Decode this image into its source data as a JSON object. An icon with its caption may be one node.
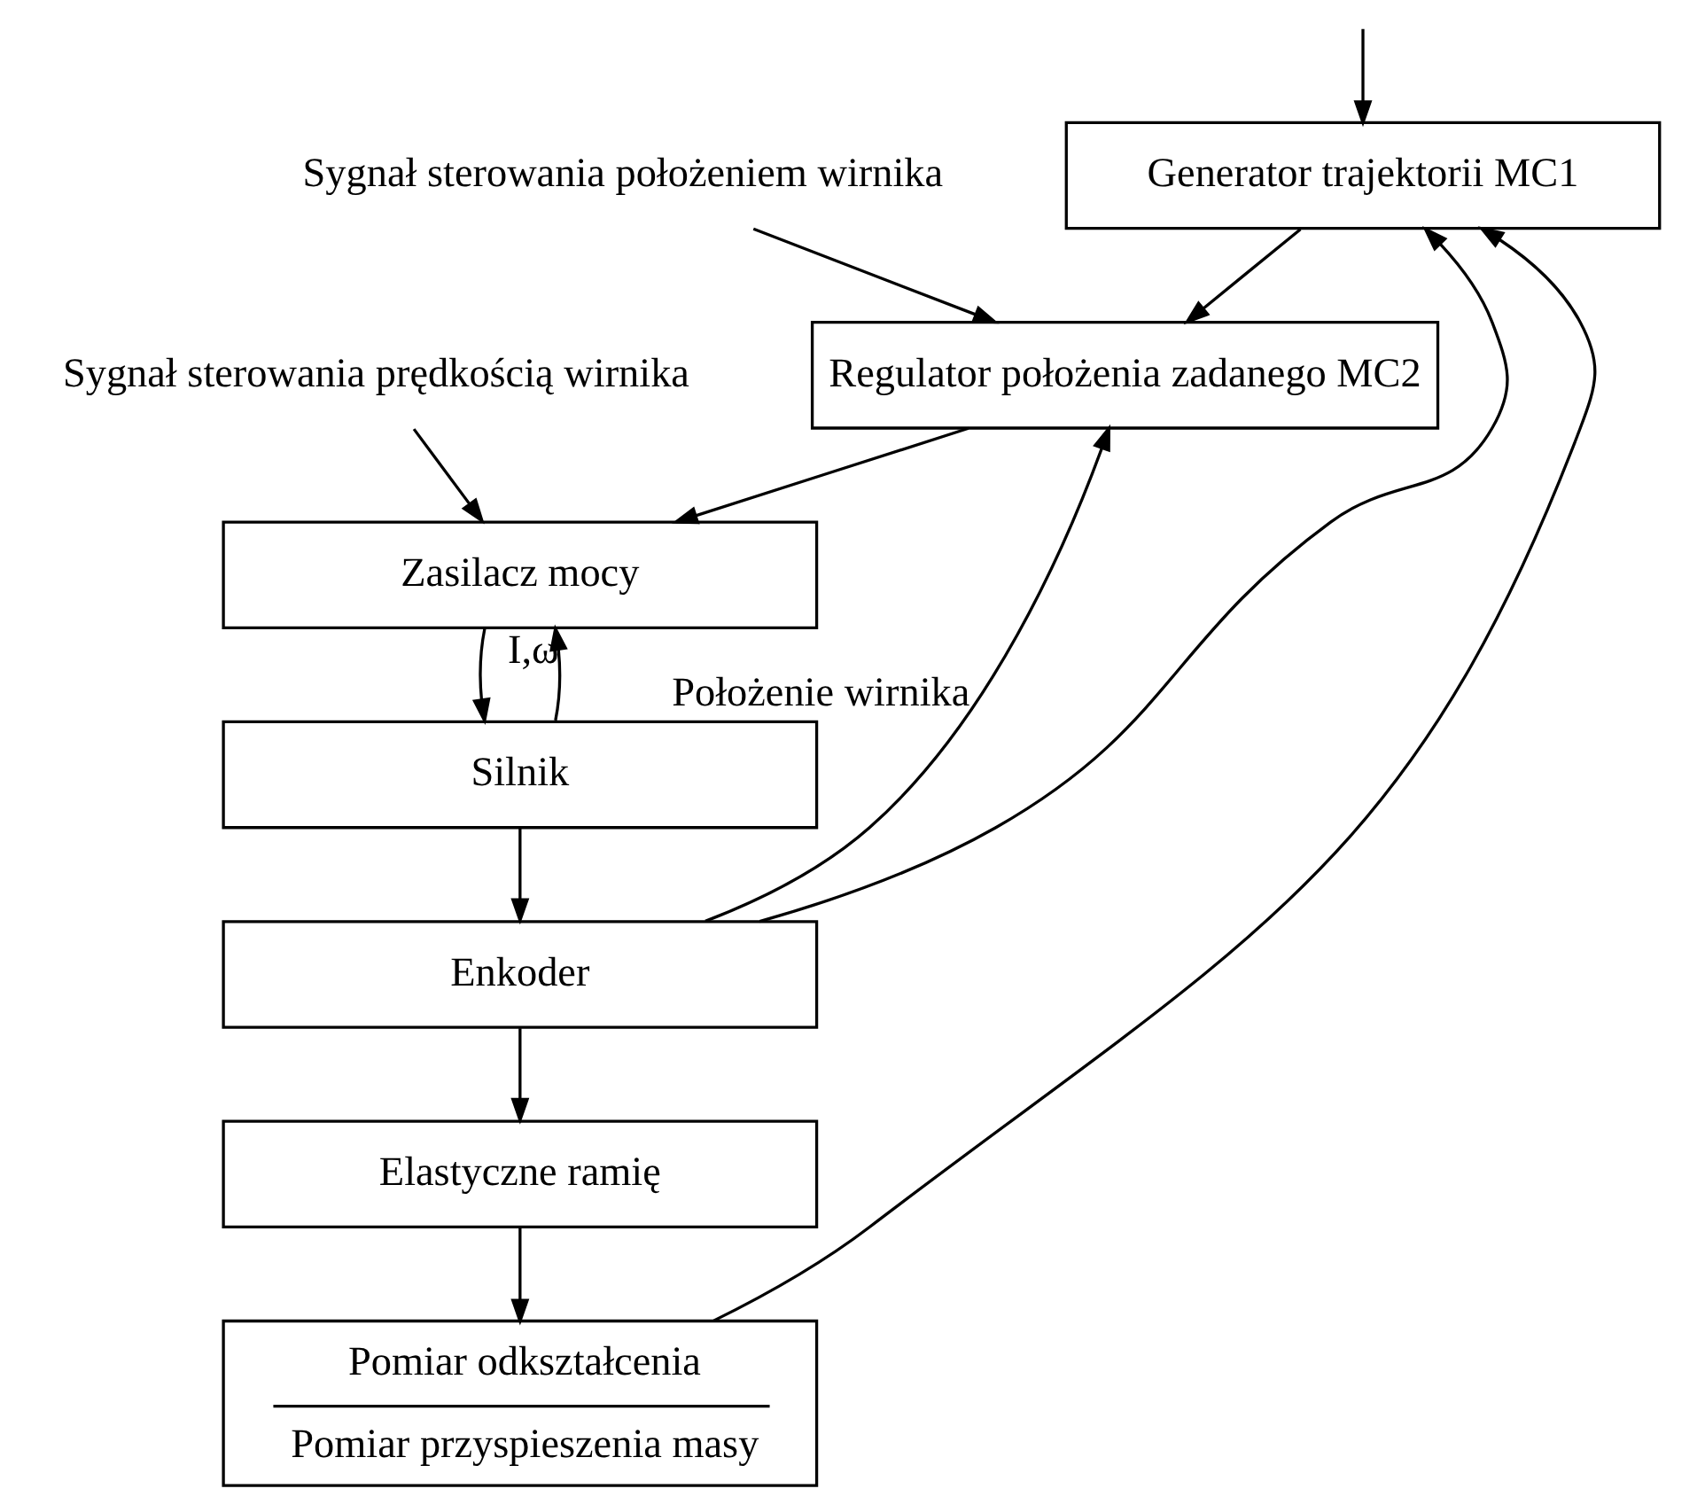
{
  "diagram": {
    "nodes": [
      {
        "text": [
          "Generator trajektorii MC1"
        ]
      },
      {
        "text": [
          "Regulator położenia zadanego MC2"
        ]
      },
      {
        "text": [
          "Zasilacz mocy"
        ]
      },
      {
        "text": [
          "Silnik"
        ]
      },
      {
        "text": [
          "Enkoder"
        ]
      },
      {
        "text": [
          "Elastyczne ramię"
        ]
      },
      {
        "text": [
          "Pomiar odkształcenia",
          "Pomiar przyspieszenia masy"
        ]
      },
      {
        "text": [
          "Sygnał sterowania położeniem wirnika"
        ]
      },
      {
        "text": [
          "Sygnał sterowania prędkością wirnika"
        ]
      }
    ],
    "edges": [
      {
        "from": null,
        "to": 0,
        "arrow": "to"
      },
      {
        "from": 0,
        "to": 1,
        "arrow": "to"
      },
      {
        "from": 7,
        "to": 1,
        "arrow": "to"
      },
      {
        "from": 1,
        "to": 2,
        "arrow": "to"
      },
      {
        "from": 8,
        "to": 2,
        "arrow": "to"
      },
      {
        "from": 2,
        "to": 3,
        "arrow": "to"
      },
      {
        "from": 3,
        "to": 4,
        "arrow": "to"
      },
      {
        "from": 4,
        "to": 5,
        "arrow": "to"
      },
      {
        "from": 3,
        "to": 2,
        "arrow": "to",
        "label": "I,ω"
      },
      {
        "from": 4,
        "to": 1,
        "arrow": "to",
        "label": "Położenie wirnika"
      },
      {
        "from": 4,
        "to": 0,
        "arrow": "to"
      },
      {
        "from": 5,
        "to": 6,
        "arrow": "to"
      },
      {
        "from": 6,
        "to": 0,
        "arrow": "to"
      }
    ]
  }
}
